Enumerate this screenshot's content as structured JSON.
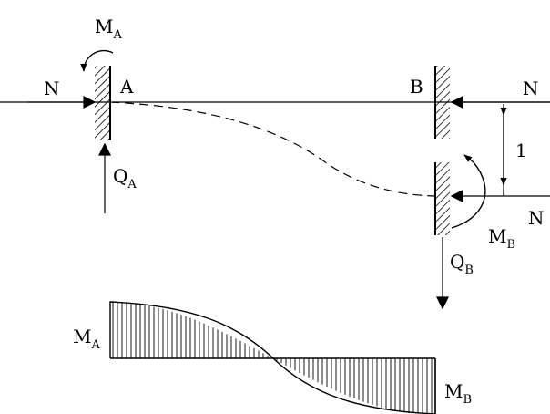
{
  "labels": {
    "moment_a": {
      "main": "M",
      "sub": "A"
    },
    "moment_b": {
      "main": "M",
      "sub": "B"
    },
    "shear_a": {
      "main": "Q",
      "sub": "A"
    },
    "shear_b": {
      "main": "Q",
      "sub": "B"
    },
    "axial_left": "N",
    "axial_right_top": "N",
    "axial_right_bottom": "N",
    "point_a": "A",
    "point_b": "B",
    "displacement": "1",
    "diagram_ma": {
      "main": "M",
      "sub": "A"
    },
    "diagram_mb": {
      "main": "M",
      "sub": "B"
    }
  },
  "colors": {
    "ink": "#000000",
    "background": "#ffffff"
  }
}
